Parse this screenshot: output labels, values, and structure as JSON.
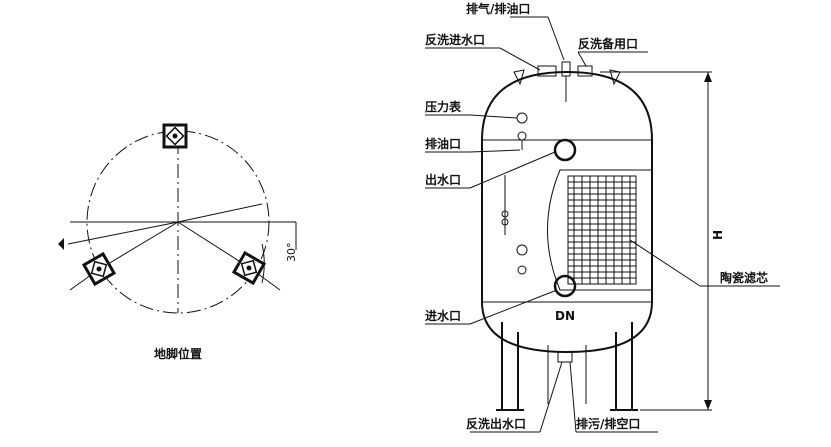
{
  "left_diagram": {
    "caption": "地脚位置",
    "angle_label": "30°"
  },
  "right_diagram": {
    "labels": {
      "vent_oil_outlet": "排气/排油口",
      "backwash_inlet": "反洗进水口",
      "backwash_spare": "反洗备用口",
      "pressure_gauge": "压力表",
      "oil_outlet": "排油口",
      "water_outlet": "出水口",
      "water_inlet": "进水口",
      "dn": "DN",
      "height": "H",
      "ceramic_filter": "陶瓷滤芯",
      "backwash_outlet": "反洗出水口",
      "drain": "排污/排空口"
    }
  },
  "colors": {
    "line": "#111111",
    "background": "#ffffff"
  }
}
